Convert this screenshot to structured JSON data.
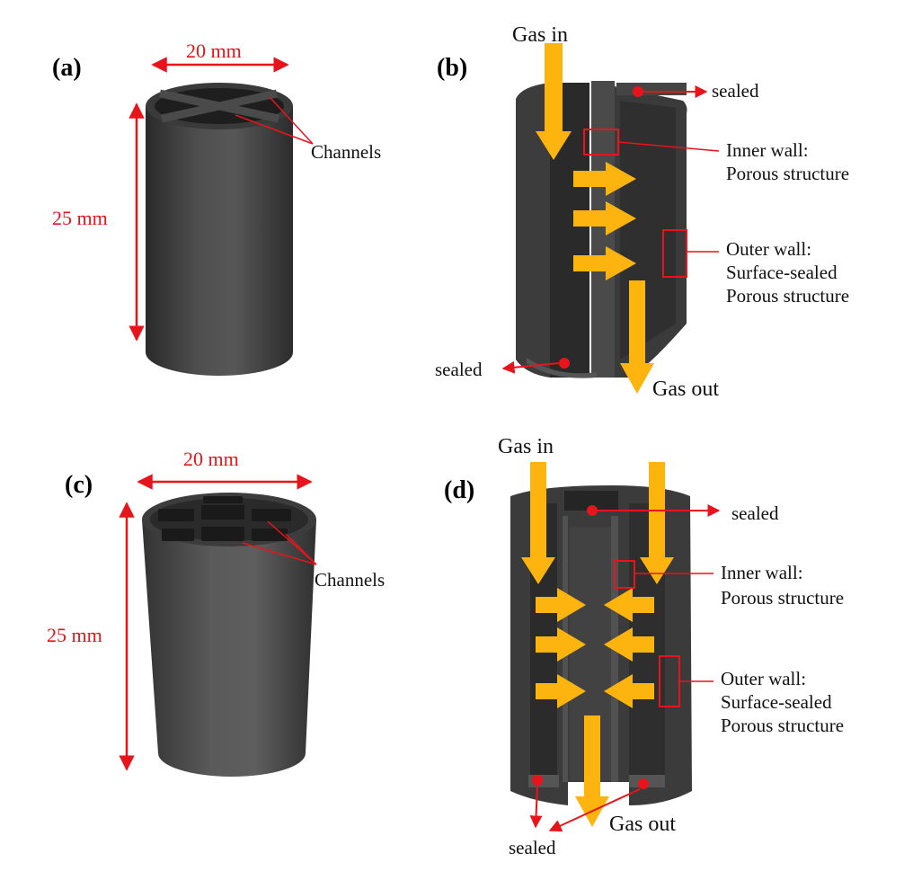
{
  "colors": {
    "flow_arrow": "#FDB40E",
    "dimension": "#E8141B",
    "body_dark": "#2E2E2E",
    "body_mid": "#4A4A4A",
    "body_light": "#5C5C5C"
  },
  "panel_a": {
    "tag": "(a)",
    "width_label": "20 mm",
    "height_label": "25 mm",
    "channels_label": "Channels"
  },
  "panel_b": {
    "tag": "(b)",
    "gas_in": "Gas in",
    "gas_out": "Gas out",
    "sealed_top": "sealed",
    "sealed_bottom": "sealed",
    "inner_wall_title": "Inner wall:",
    "inner_wall_desc": "Porous structure",
    "outer_wall_title": "Outer wall:",
    "outer_wall_line2": "Surface-sealed",
    "outer_wall_line3": "Porous structure"
  },
  "panel_c": {
    "tag": "(c)",
    "width_label": "20 mm",
    "height_label": "25 mm",
    "channels_label": "Channels"
  },
  "panel_d": {
    "tag": "(d)",
    "gas_in": "Gas in",
    "gas_out": "Gas out",
    "sealed_top": "sealed",
    "sealed_bottom": "sealed",
    "inner_wall_title": "Inner wall:",
    "inner_wall_desc": "Porous structure",
    "outer_wall_title": "Outer wall:",
    "outer_wall_line2": "Surface-sealed",
    "outer_wall_line3": "Porous structure"
  }
}
